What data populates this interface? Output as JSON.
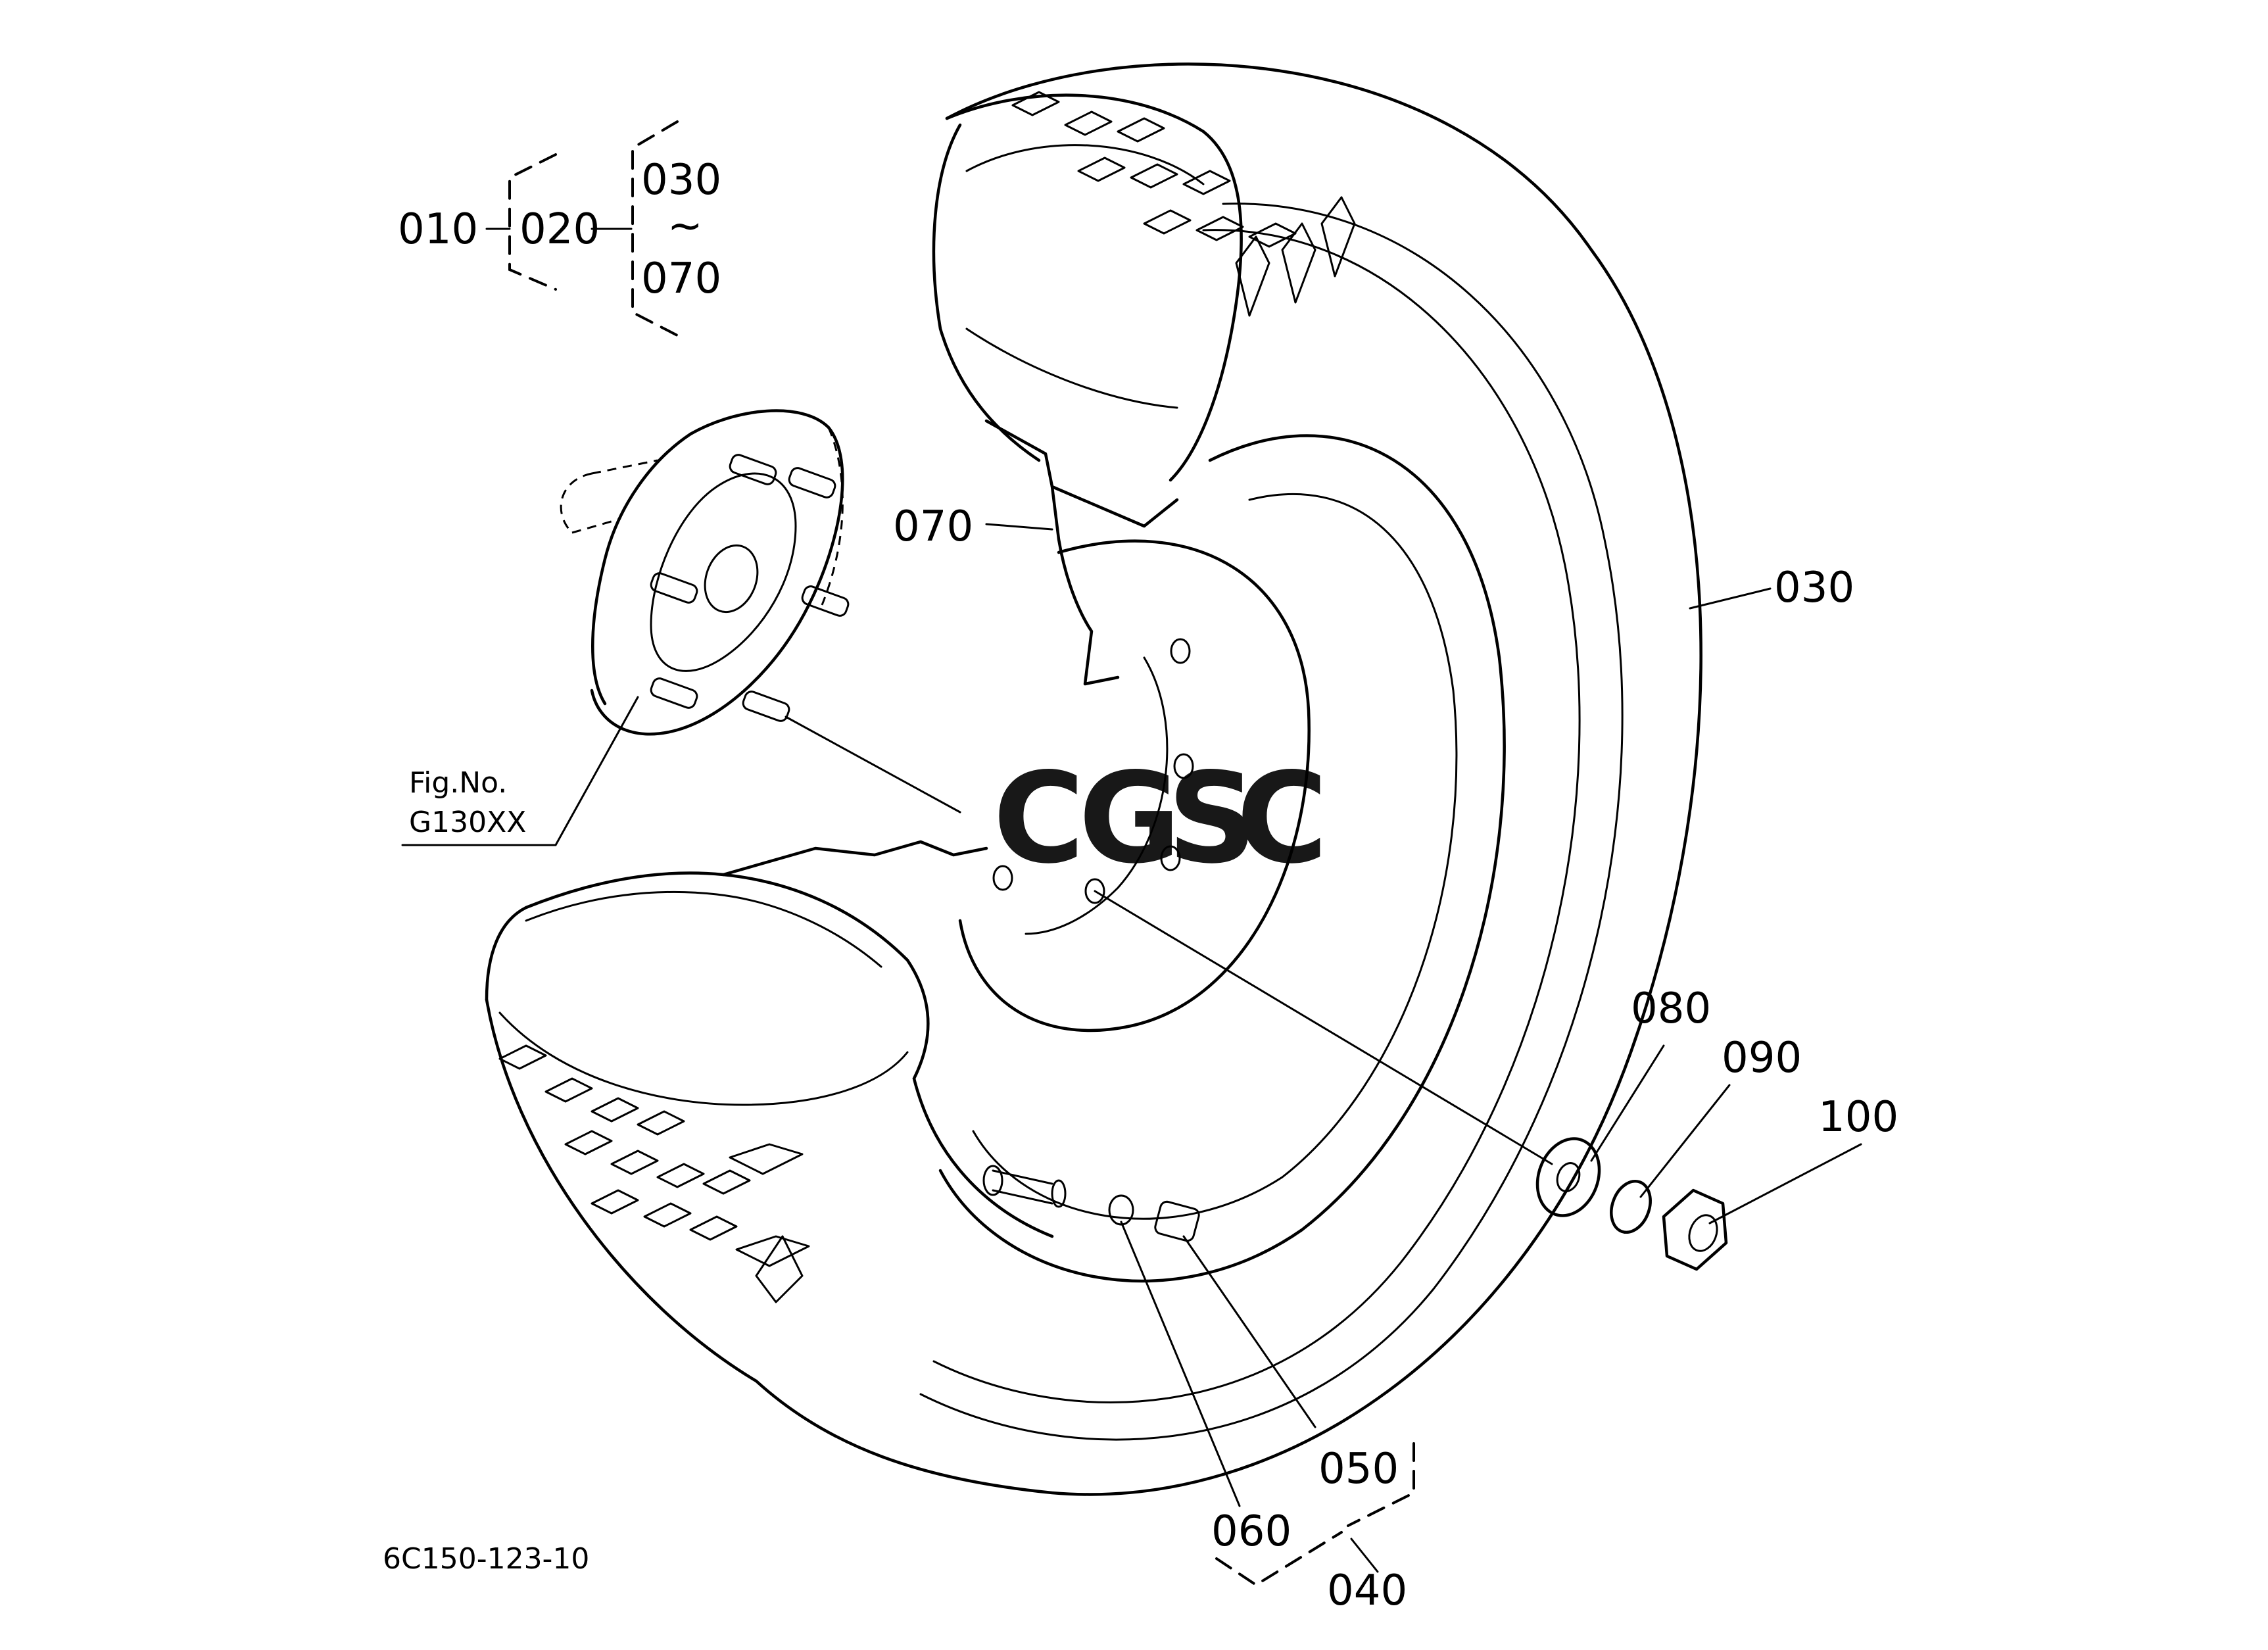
{
  "diagram": {
    "figure_code": "6C150-123-10",
    "reference": {
      "line1": "Fig.No.",
      "line2": "G130XX"
    },
    "group_labels": {
      "assembly": "010",
      "wheel": "020",
      "range_start": "030",
      "range_sep": "~",
      "range_end": "070"
    },
    "part_labels": {
      "tire": "030",
      "tube": "070",
      "valve_cap": "050",
      "valve_core": "060",
      "valve_assembly": "040",
      "washer": "080",
      "spring_washer": "090",
      "nut": "100"
    },
    "watermark": {
      "letters": [
        "C",
        "G",
        "S",
        "C"
      ],
      "colors": [
        "#6fa0e6",
        "#ec8575",
        "#f2cb58",
        "#7cc287"
      ]
    }
  }
}
